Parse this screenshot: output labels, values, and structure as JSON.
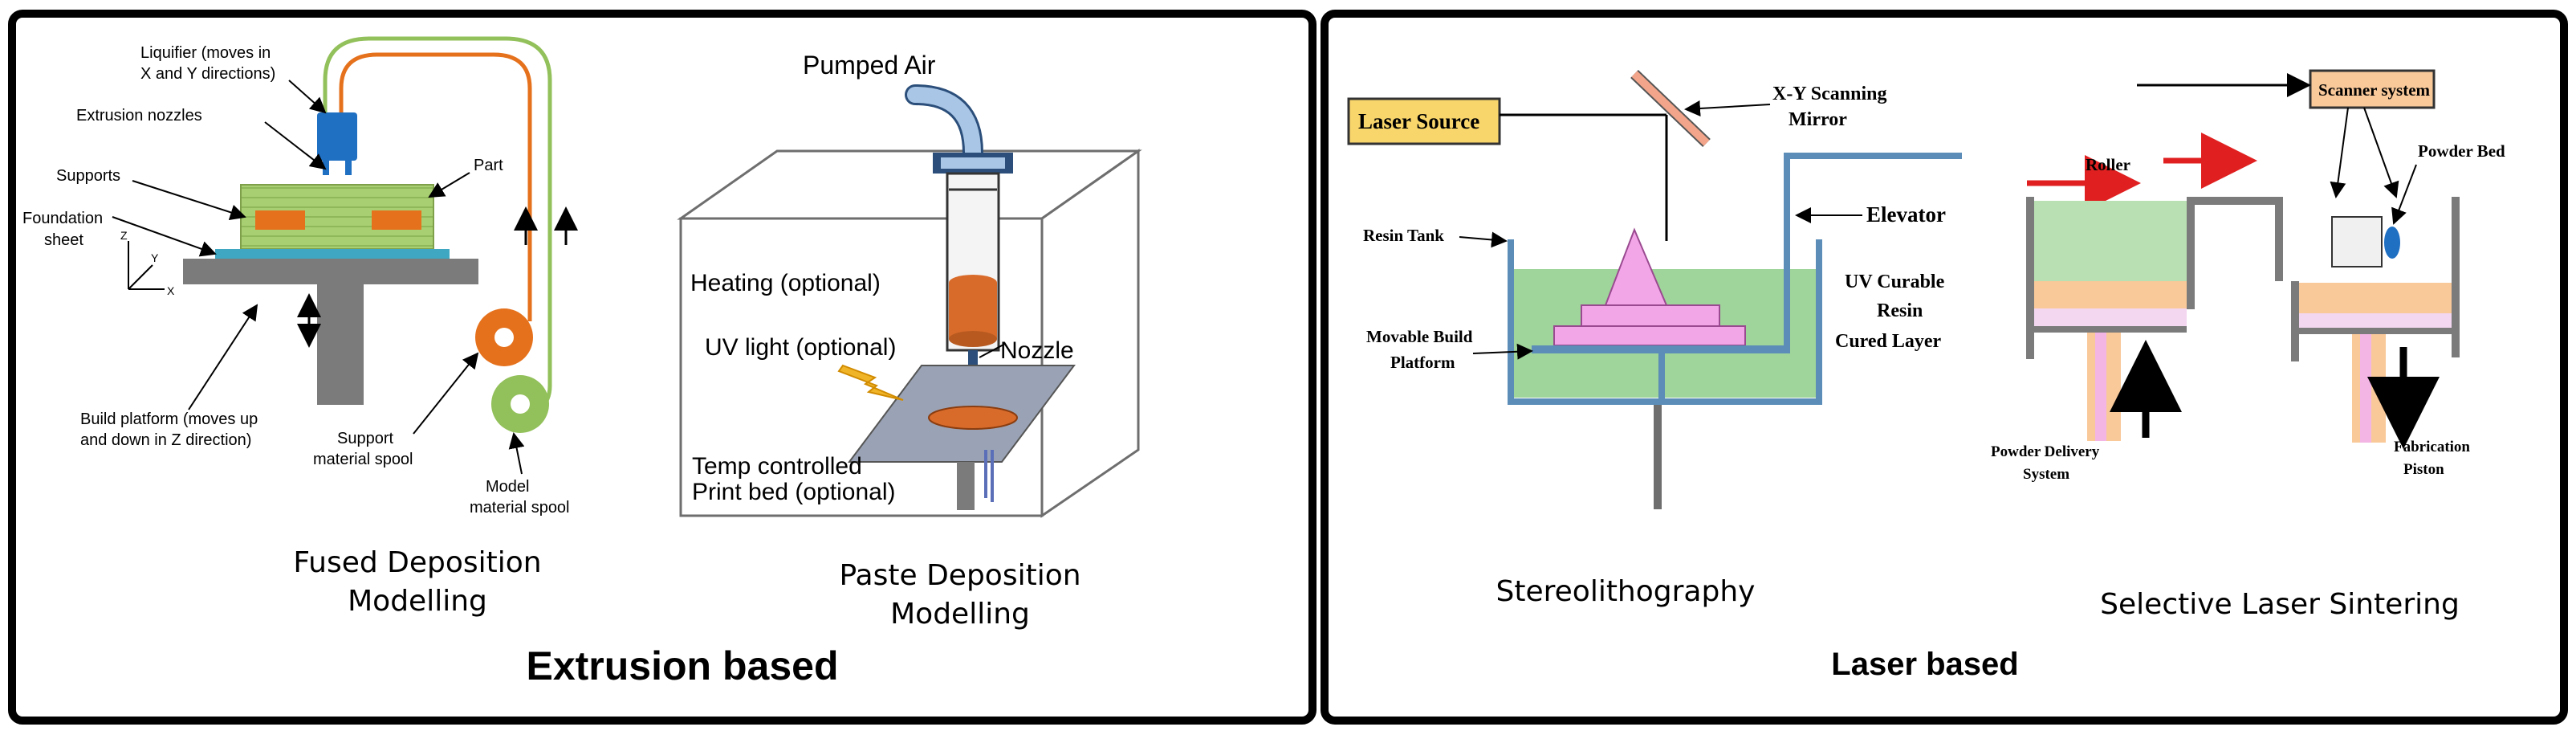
{
  "panels": {
    "extrusion": {
      "title": "Extrusion based",
      "fdm": {
        "caption_line1": "Fused Deposition",
        "caption_line2": "Modelling",
        "labels": {
          "liquifier_1": "Liquifier (moves in",
          "liquifier_2": "X and Y directions)",
          "extrusion_nozzles": "Extrusion nozzles",
          "supports": "Supports",
          "part": "Part",
          "foundation_1": "Foundation",
          "foundation_2": "sheet",
          "axis_z": "Z",
          "axis_y": "Y",
          "axis_x": "X",
          "build_platform_1": "Build platform (moves up",
          "build_platform_2": "and down in Z direction)",
          "support_spool_1": "Support",
          "support_spool_2": "material spool",
          "model_spool_1": "Model",
          "model_spool_2": "material spool"
        }
      },
      "pdm": {
        "caption_line1": "Paste Deposition",
        "caption_line2": "Modelling",
        "labels": {
          "pumped_air": "Pumped Air",
          "heating": "Heating (optional)",
          "uv_light": "UV light (optional)",
          "nozzle": "Nozzle",
          "temp_1": "Temp controlled",
          "temp_2": "Print bed (optional)"
        }
      }
    },
    "laser": {
      "title": "Laser based",
      "sla": {
        "caption": "Stereolithography",
        "labels": {
          "laser_source": "Laser Source",
          "mirror_1": "X-Y Scanning",
          "mirror_2": "Mirror",
          "elevator": "Elevator",
          "resin_tank": "Resin Tank",
          "uv_resin_1": "UV Curable",
          "uv_resin_2": "Resin",
          "cured_layer": "Cured Layer",
          "platform_1": "Movable Build",
          "platform_2": "Platform"
        }
      },
      "sls": {
        "caption": "Selective Laser Sintering",
        "labels": {
          "scanner": "Scanner system",
          "roller": "Roller",
          "powder_bed": "Powder Bed",
          "powder_delivery_1": "Powder Delivery",
          "powder_delivery_2": "System",
          "fabrication_1": "Fabrication",
          "fabrication_2": "Piston"
        }
      }
    }
  },
  "colors": {
    "orange": "#e5711c",
    "green_filament": "#92c05a",
    "blue_head": "#1f6fc2",
    "part_green": "#a9cf73",
    "teal": "#3fa7c2",
    "grey": "#7b7b7b",
    "resin_green": "#9fd49a",
    "pink": "#f2a6e8",
    "laser_yellow": "#f9d66b",
    "scanner_orange": "#f9c99a",
    "red": "#e02020",
    "steel_blue": "#5b8db8"
  }
}
